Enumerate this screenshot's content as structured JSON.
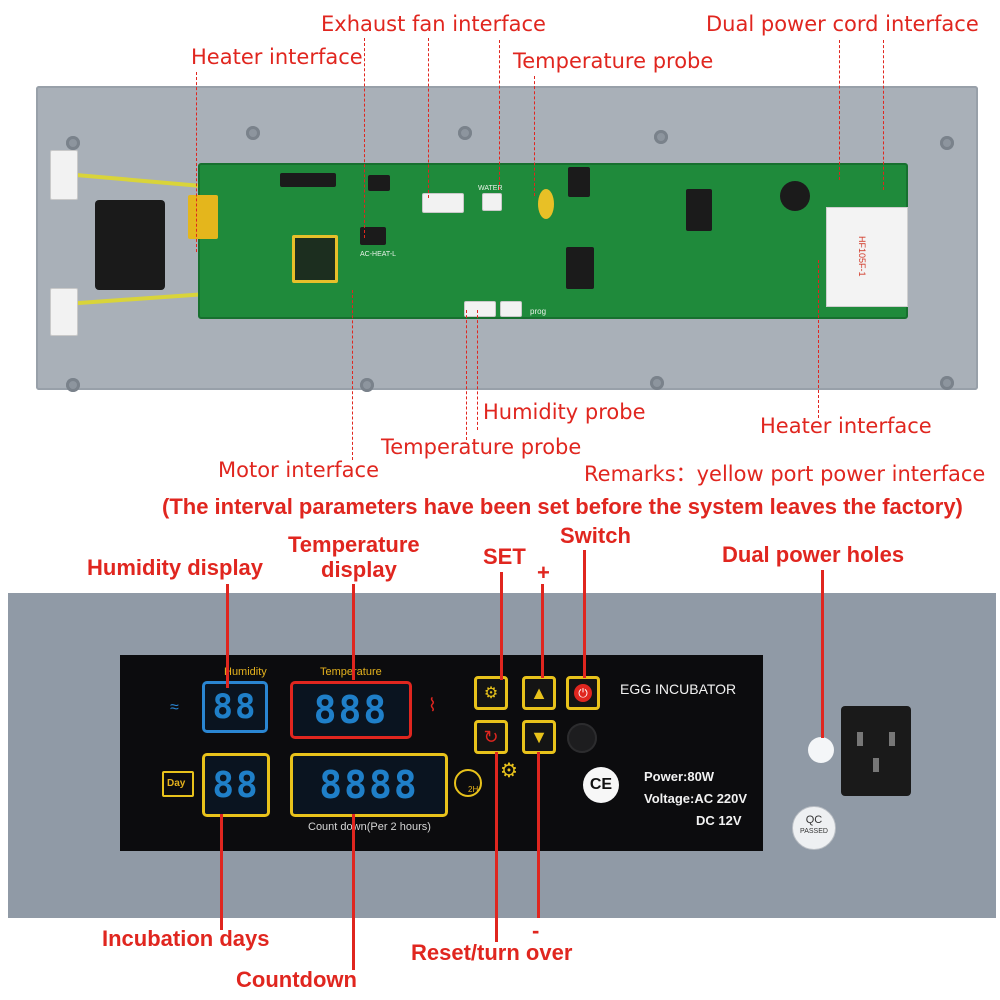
{
  "top_labels": {
    "exhaust_fan": "Exhaust fan interface",
    "dual_power_cord": "Dual power cord interface",
    "heater_left": "Heater interface",
    "temp_probe_top": "Temperature probe",
    "humidity_probe": "Humidity probe",
    "temp_probe_bottom": "Temperature probe",
    "heater_right": "Heater interface",
    "motor": "Motor interface"
  },
  "remarks": {
    "line1": "Remarks：yellow port power interface",
    "line2": "(The interval parameters have been set before the system leaves the factory)"
  },
  "bottom_labels": {
    "humidity_display": "Humidity display",
    "temperature_display_1": "Temperature",
    "temperature_display_2": "display",
    "set": "SET",
    "plus": "+",
    "switch": "Switch",
    "dual_power_holes": "Dual power holes",
    "incubation_days": "Incubation days",
    "countdown": "Countdown",
    "reset_turn_over": "Reset/turn over",
    "minus": "-"
  },
  "display_panel": {
    "humidity_caption": "Humidity",
    "temperature_caption": "Temperature",
    "humidity_digits": "88",
    "temperature_digits": "888",
    "days_digits": "88",
    "countdown_digits": "8888",
    "countdown_caption": "Count down(Per 2 hours)",
    "day_icon_text": "Day",
    "two_h_text": "2H",
    "title": "EGG INCUBATOR",
    "power": "Power:80W",
    "voltage": "Voltage:AC 220V",
    "dc": "DC 12V",
    "ce_mark": "CE"
  },
  "qc_sticker": {
    "line1": "QC",
    "line2": "PASSED"
  },
  "pcb_text": {
    "relay": "HF105F-1",
    "ac_heat": "AC-HEAT-L",
    "water": "WATER",
    "prog": "prog"
  },
  "colors": {
    "label_red": "#e0261f",
    "housing_gray": "#a9b0b8",
    "pcb_green": "#1f8a3b",
    "panel_gray": "#909aa6",
    "lcd_black": "#0c0c0e",
    "segment_blue": "#1f7fc8",
    "frame_blue": "#2a86d2",
    "frame_red": "#e0261f",
    "frame_yellow": "#e8c21b",
    "wire_yellow": "#d9d43a"
  }
}
